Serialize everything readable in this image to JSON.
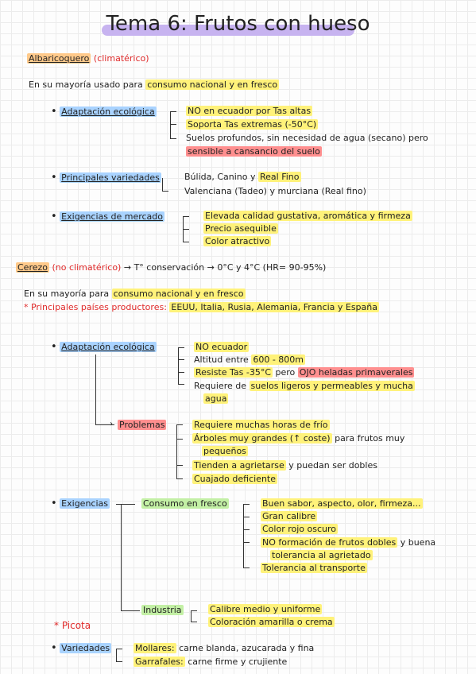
{
  "title": "Tema 6: Frutos con hueso",
  "albaricoquero": {
    "name": "Albaricoquero",
    "type": "(climatérico)",
    "usage_prefix": "En su mayoría usado para",
    "usage_highlight": "consumo nacional y en fresco",
    "adaptacion": {
      "label": "Adaptación ecológica",
      "items": [
        "NO en ecuador por Tas altas",
        "Soporta Tas extremas (-50°C)",
        "Suelos profundos, sin necesidad de agua (secano) pero",
        "sensible a cansancio del suelo"
      ]
    },
    "variedades": {
      "label": "Principales variedades",
      "item1_plain": "Búlida, Canino y",
      "item1_hl": "Real Fino",
      "item2": "Valenciana (Tadeo) y murciana (Real fino)"
    },
    "exigencias": {
      "label": "Exigencias de mercado",
      "items": [
        "Elevada calidad gustativa, aromática y firmeza",
        "Precio asequible",
        "Color atractivo"
      ]
    }
  },
  "cerezo": {
    "name": "Cerezo",
    "type": "(no climatérico)",
    "conservacion": "→ T° conservación → 0°C y 4°C (HR= 90-95%)",
    "usage_prefix": "En su mayoría para",
    "usage_highlight": "consumo nacional y en fresco",
    "paises_label": "* Principales países productores:",
    "paises": "EEUU, Italia, Rusia, Alemania, Francia y España",
    "adaptacion": {
      "label": "Adaptación ecológica",
      "item1": "NO ecuador",
      "item2_plain": "Altitud entre",
      "item2_hl": "600 - 800m",
      "item3_hl": "Resiste Tas -35°C",
      "item3_plain": "pero",
      "item3_red": "OJO heladas primaverales",
      "item4_plain": "Requiere de",
      "item4_hl": "suelos ligeros y permeables y mucha",
      "item4_cont": "agua"
    },
    "problemas": {
      "label": "Problemas",
      "item1": "Requiere muchas horas de frío",
      "item2_hl": "Árboles muy grandes (↑ coste)",
      "item2_plain": "para frutos muy",
      "item2_cont": "pequeños",
      "item3_hl": "Tienden a agrietarse",
      "item3_plain": "y puedan ser dobles",
      "item4": "Cuajado deficiente"
    },
    "exigencias": {
      "label": "Exigencias",
      "consumo_label": "Consumo en fresco",
      "consumo_items": [
        "Buen sabor, aspecto, olor, firmeza...",
        "Gran calibre",
        "Color rojo oscuro"
      ],
      "consumo_item4_hl": "NO formación de frutos dobles",
      "consumo_item4_plain": "y buena",
      "consumo_item4_cont": "tolerancia al agrietado",
      "consumo_item5": "Tolerancia al transporte",
      "industria_label": "Industria",
      "industria_items": [
        "Calibre medio y uniforme",
        "Coloración amarilla o crema"
      ]
    },
    "picota": "* Picota",
    "variedades": {
      "label": "Variedades",
      "item1_hl": "Mollares:",
      "item1_plain": "carne blanda, azucarada y fina",
      "item2_hl": "Garrafales:",
      "item2_plain": "carne firme y crujiente"
    }
  }
}
